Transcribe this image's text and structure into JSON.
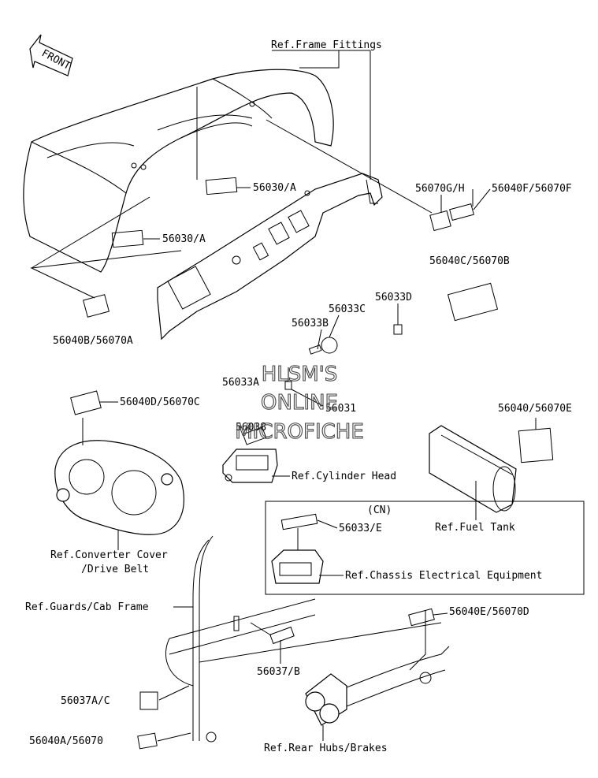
{
  "front_label": "FRONT",
  "labels": {
    "ref_frame_fittings": "Ref.Frame Fittings",
    "p56030a_top": "56030/A",
    "p56030a_mid": "56030/A",
    "p56070gh": "56070G/H",
    "p56040f": "56040F/56070F",
    "p56040c": "56040C/56070B",
    "p56033c": "56033C",
    "p56033d": "56033D",
    "p56033b": "56033B",
    "p56040b": "56040B/56070A",
    "p56033a": "56033A",
    "p56031": "56031",
    "p56040d": "56040D/56070C",
    "p56038": "56038",
    "p56040e2": "56040/56070E",
    "ref_cylinder_head": "Ref.Cylinder Head",
    "cn": "(CN)",
    "p56033e": "56033/E",
    "ref_fuel_tank": "Ref.Fuel Tank",
    "ref_chassis": "Ref.Chassis Electrical Equipment",
    "ref_converter": "Ref.Converter Cover",
    "ref_drive_belt": "/Drive Belt",
    "ref_guards": "Ref.Guards/Cab Frame",
    "p56040e": "56040E/56070D",
    "p56037b": "56037/B",
    "p56037ac": "56037A/C",
    "p56040a": "56040A/56070",
    "ref_rear_hubs": "Ref.Rear Hubs/Brakes"
  },
  "watermark": {
    "line1": "HLSM'S",
    "line2": "ONLINE",
    "line3": "MICROFICHE"
  }
}
